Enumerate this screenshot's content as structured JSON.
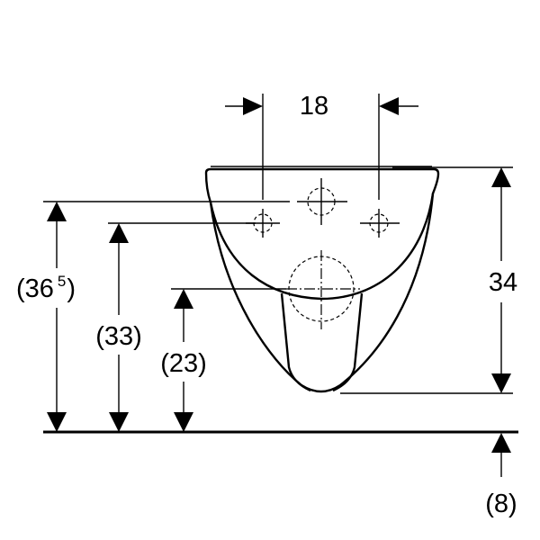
{
  "dimensions": {
    "fixing_spacing": "18",
    "bowl_height": "34",
    "fixing_height_main": "(36",
    "fixing_height_sup": "5",
    "fixing_height_close": ")",
    "fixing_height_lower": "(33)",
    "outlet_height": "(23)",
    "floor_offset": "(8)"
  }
}
